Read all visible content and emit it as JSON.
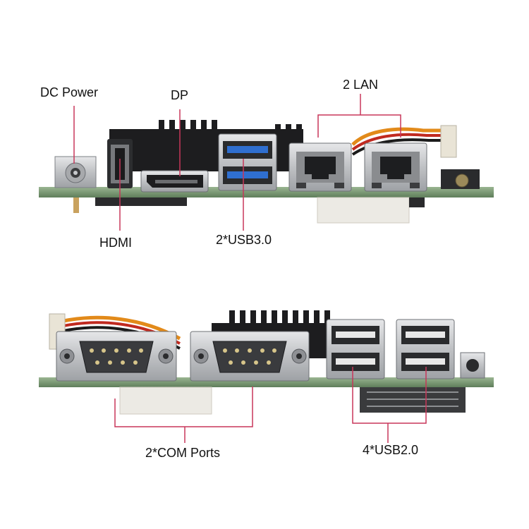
{
  "labels": {
    "dc_power": "DC Power",
    "dp": "DP",
    "lan": "2 LAN",
    "hdmi": "HDMI",
    "usb3": "2*USB3.0",
    "com": "2*COM Ports",
    "usb2": "4*USB2.0"
  },
  "colors": {
    "leader_line": "#c8375a",
    "pcb": "#7fa07a",
    "heatsink": "#1d1d1f",
    "metal": "#c9cacc",
    "usb3_blue": "#2f6fd0"
  },
  "icons": [
    "motherboard-top-view",
    "motherboard-bottom-view"
  ]
}
